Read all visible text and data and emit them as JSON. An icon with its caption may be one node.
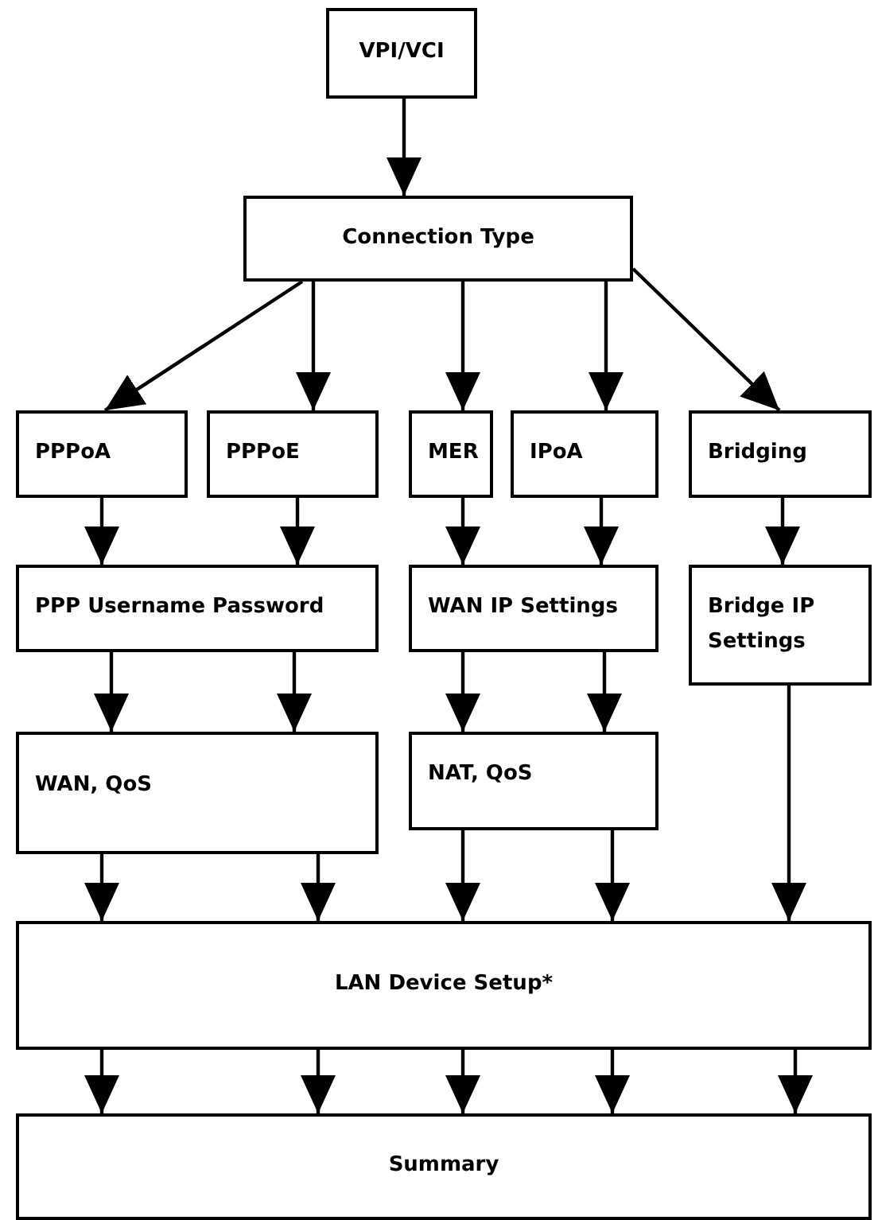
{
  "diagram": {
    "nodes": [
      {
        "text": [
          "VPI/VCI"
        ]
      },
      {
        "text": [
          "Connection Type"
        ]
      },
      {
        "text": [
          "PPPoA"
        ]
      },
      {
        "text": [
          "PPPoE"
        ]
      },
      {
        "text": [
          "MER"
        ]
      },
      {
        "text": [
          "IPoA"
        ]
      },
      {
        "text": [
          "Bridging"
        ]
      },
      {
        "text": [
          "PPP Username Password"
        ]
      },
      {
        "text": [
          "WAN IP Settings"
        ]
      },
      {
        "text": [
          "Bridge IP Settings"
        ]
      },
      {
        "text": [
          "WAN, QoS"
        ]
      },
      {
        "text": [
          "NAT, QoS"
        ]
      },
      {
        "text": [
          "LAN Device Setup*"
        ]
      },
      {
        "text": [
          "Summary"
        ]
      }
    ],
    "edges": [
      {
        "from": 0,
        "to": 1,
        "arrow": "to"
      },
      {
        "from": 1,
        "to": 2,
        "arrow": "to"
      },
      {
        "from": 1,
        "to": 3,
        "arrow": "to"
      },
      {
        "from": 1,
        "to": 4,
        "arrow": "to"
      },
      {
        "from": 1,
        "to": 5,
        "arrow": "to"
      },
      {
        "from": 1,
        "to": 6,
        "arrow": "to"
      },
      {
        "from": 2,
        "to": 7,
        "arrow": "to"
      },
      {
        "from": 3,
        "to": 7,
        "arrow": "to"
      },
      {
        "from": 4,
        "to": 8,
        "arrow": "to"
      },
      {
        "from": 5,
        "to": 8,
        "arrow": "to"
      },
      {
        "from": 6,
        "to": 9,
        "arrow": "to"
      },
      {
        "from": 7,
        "to": 10,
        "arrow": "to"
      },
      {
        "from": 7,
        "to": 10,
        "arrow": "to"
      },
      {
        "from": 8,
        "to": 11,
        "arrow": "to"
      },
      {
        "from": 8,
        "to": 11,
        "arrow": "to"
      },
      {
        "from": 9,
        "to": 12,
        "arrow": "to"
      },
      {
        "from": 10,
        "to": 12,
        "arrow": "to"
      },
      {
        "from": 10,
        "to": 12,
        "arrow": "to"
      },
      {
        "from": 11,
        "to": 12,
        "arrow": "to"
      },
      {
        "from": 11,
        "to": 12,
        "arrow": "to"
      },
      {
        "from": 12,
        "to": 13,
        "arrow": "to"
      },
      {
        "from": 12,
        "to": 13,
        "arrow": "to"
      },
      {
        "from": 12,
        "to": 13,
        "arrow": "to"
      },
      {
        "from": 12,
        "to": 13,
        "arrow": "to"
      },
      {
        "from": 12,
        "to": 13,
        "arrow": "to"
      }
    ]
  }
}
